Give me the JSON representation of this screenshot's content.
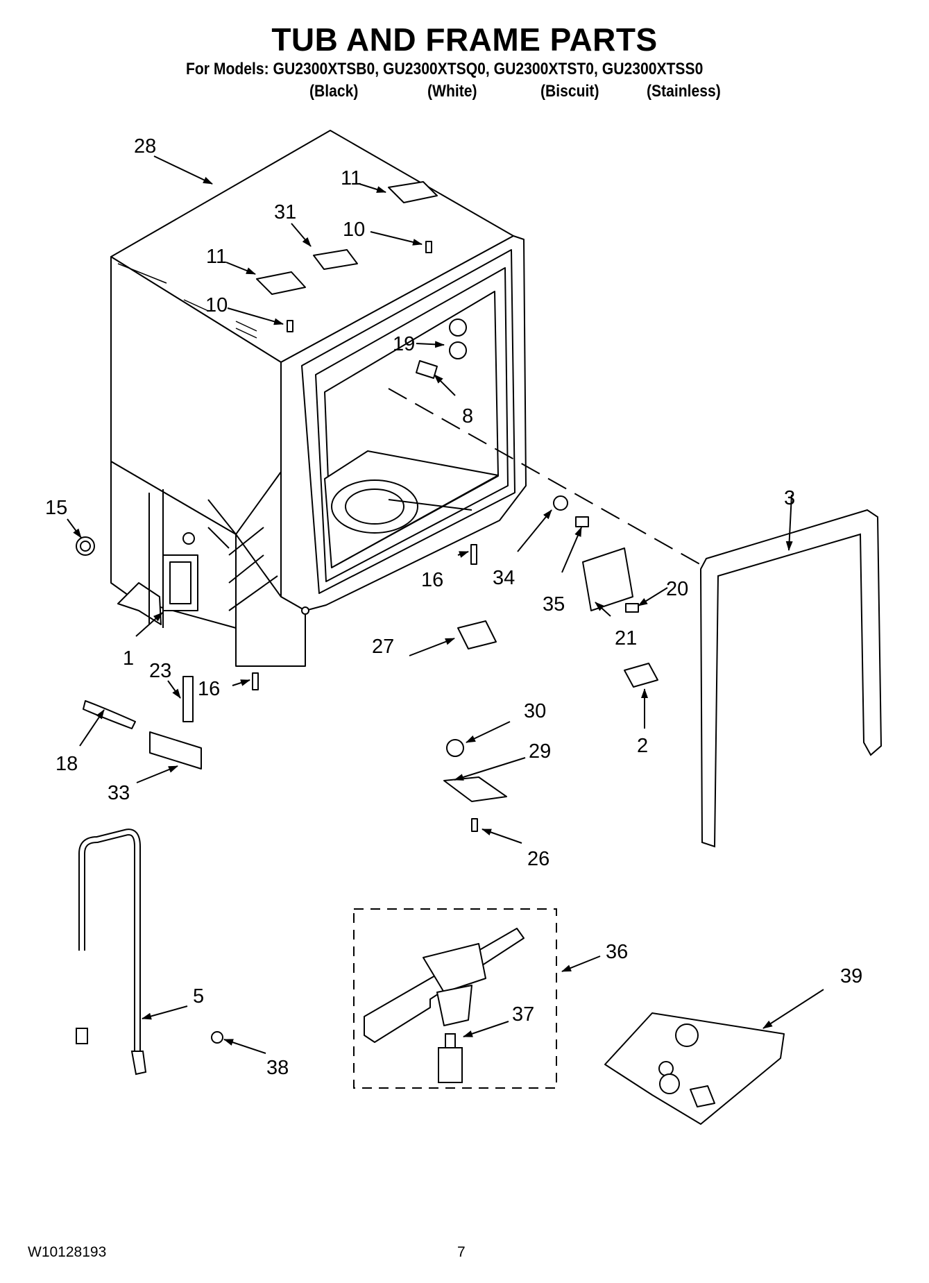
{
  "title": "TUB AND FRAME PARTS",
  "models_line": "For Models: GU2300XTSB0, GU2300XTSQ0, GU2300XTST0, GU2300XTSS0",
  "variants": [
    "(Black)",
    "(White)",
    "(Biscuit)",
    "(Stainless)"
  ],
  "callouts": [
    "28",
    "11",
    "31",
    "10",
    "11",
    "10",
    "19",
    "8",
    "15",
    "3",
    "16",
    "34",
    "35",
    "20",
    "21",
    "27",
    "1",
    "23",
    "16",
    "18",
    "33",
    "2",
    "30",
    "29",
    "26",
    "36",
    "39",
    "5",
    "37",
    "38"
  ],
  "footer": {
    "doc_number": "W10128193",
    "page_number": "7"
  }
}
